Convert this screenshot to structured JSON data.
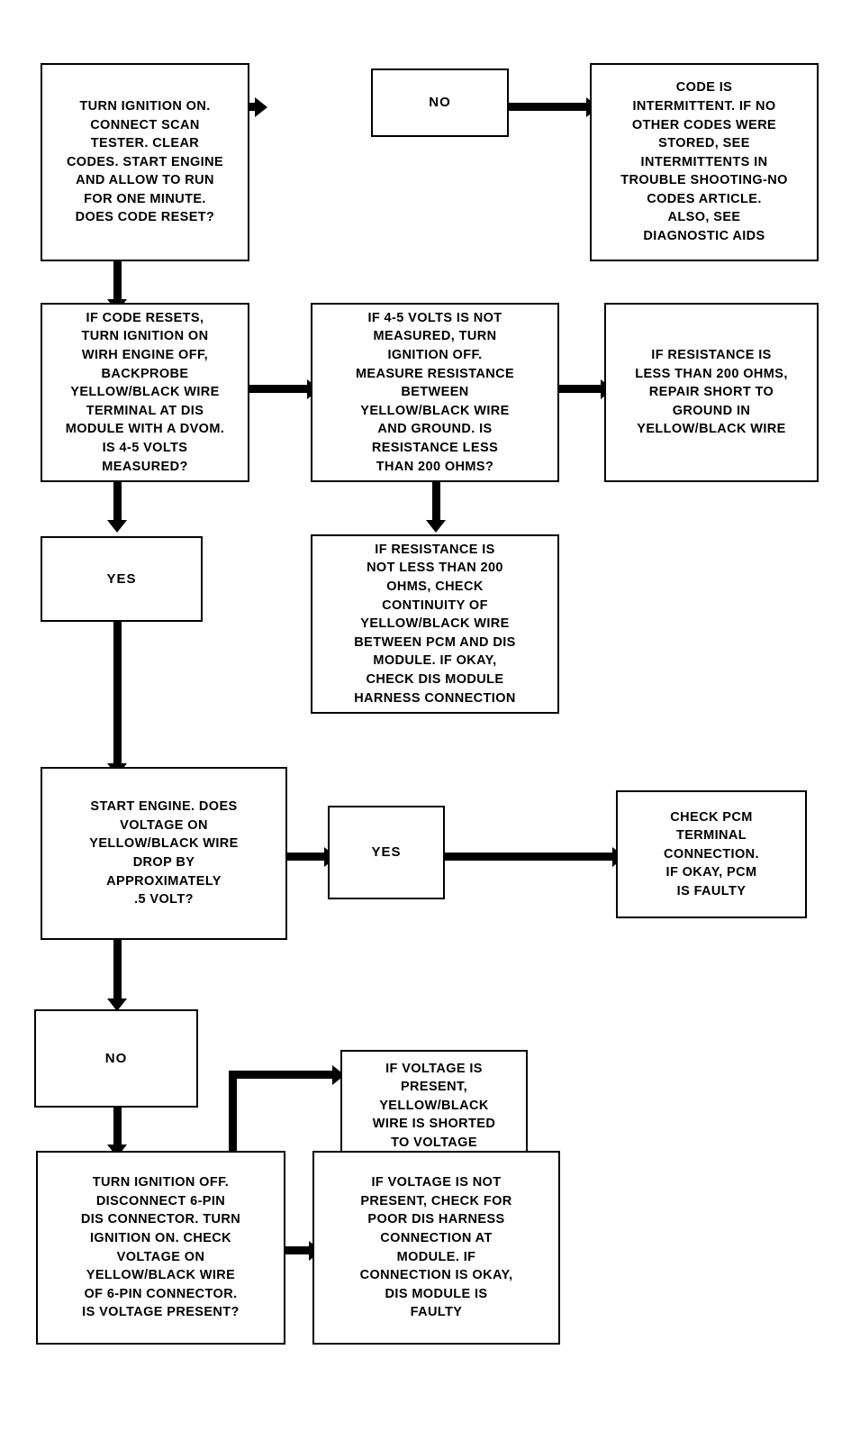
{
  "diagram": {
    "title": "DIS Yellow/Black Wire Diagnostic Flowchart",
    "line_color": "#000000",
    "box_fill": "#ffffff",
    "nodes": {
      "start_test": "TURN IGNITION ON.\nCONNECT SCAN\nTESTER. CLEAR\nCODES. START ENGINE\nAND ALLOW TO RUN\nFOR ONE MINUTE.\nDOES CODE RESET?",
      "no_1": "NO",
      "code_intermittent": "CODE IS\nINTERMITTENT. IF NO\nOTHER CODES WERE\nSTORED, SEE\nINTERMITTENTS IN\nTROUBLE SHOOTING-NO\nCODES ARTICLE.\nALSO, SEE\nDIAGNOSTIC AIDS",
      "code_resets": "IF CODE RESETS,\nTURN IGNITION ON\nWIRH ENGINE OFF,\nBACKPROBE\nYELLOW/BLACK WIRE\nTERMINAL AT DIS\nMODULE WITH A DVOM.\nIS 4-5 VOLTS\nMEASURED?",
      "measure_resistance": "IF 4-5 VOLTS IS NOT\nMEASURED, TURN\nIGNITION OFF.\nMEASURE RESISTANCE\nBETWEEN\nYELLOW/BLACK WIRE\nAND GROUND. IS\nRESISTANCE LESS\nTHAN 200 OHMS?",
      "repair_short": "IF RESISTANCE IS\nLESS THAN 200 OHMS,\nREPAIR SHORT TO\nGROUND IN\nYELLOW/BLACK WIRE",
      "yes_1": "YES",
      "check_continuity": "IF RESISTANCE IS\nNOT LESS THAN 200\nOHMS, CHECK\nCONTINUITY OF\nYELLOW/BLACK WIRE\nBETWEEN PCM AND DIS\nMODULE. IF OKAY,\nCHECK DIS MODULE\nHARNESS CONNECTION",
      "voltage_drop": "START ENGINE. DOES\nVOLTAGE ON\nYELLOW/BLACK WIRE\nDROP BY\nAPPROXIMATELY\n.5 VOLT?",
      "yes_2": "YES",
      "check_pcm": "CHECK PCM\nTERMINAL\nCONNECTION.\nIF OKAY, PCM\nIS FAULTY",
      "no_2": "NO",
      "shorted_to_voltage": "IF VOLTAGE IS\nPRESENT,\nYELLOW/BLACK\nWIRE IS SHORTED\nTO VOLTAGE",
      "disconnect_connector": "TURN IGNITION OFF.\nDISCONNECT 6-PIN\nDIS CONNECTOR. TURN\nIGNITION ON. CHECK\nVOLTAGE ON\nYELLOW/BLACK WIRE\nOF 6-PIN CONNECTOR.\nIS VOLTAGE PRESENT?",
      "dis_module_faulty": "IF VOLTAGE IS NOT\nPRESENT, CHECK FOR\nPOOR DIS HARNESS\nCONNECTION AT\nMODULE. IF\nCONNECTION IS OKAY,\nDIS MODULE IS\nFAULTY"
    }
  }
}
